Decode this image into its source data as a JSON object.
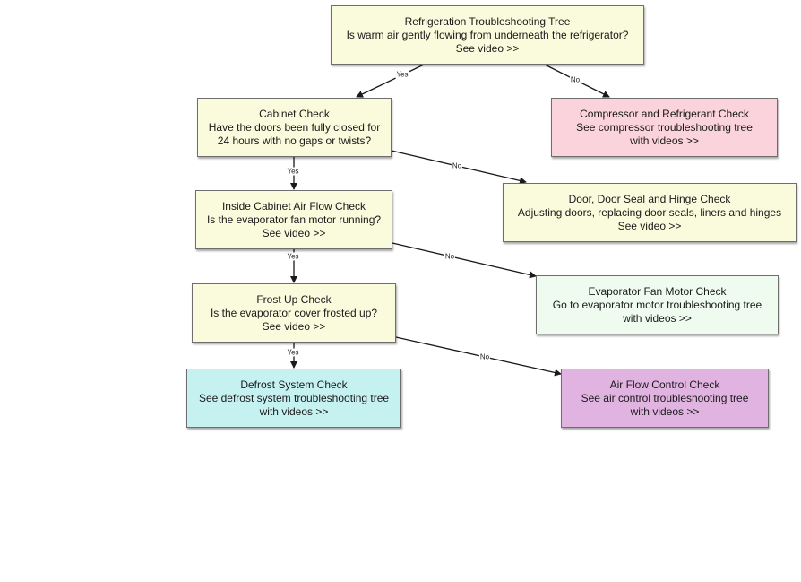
{
  "colors": {
    "decision": "#fafadc",
    "compressor": "#fbd3dc",
    "fan": "#eefbee",
    "defrost": "#c6f1f1",
    "airflow": "#e1b3e1",
    "edge": "#1a1a1a"
  },
  "nodes": {
    "root": {
      "lines": [
        "Refrigeration Troubleshooting Tree",
        "Is warm air gently flowing from underneath the refrigerator?",
        "See video >>"
      ]
    },
    "cabinet": {
      "lines": [
        "Cabinet Check",
        "Have the doors been fully closed for",
        "24 hours with no gaps or twists?"
      ]
    },
    "compressor": {
      "lines": [
        "Compressor and Refrigerant Check",
        "See compressor troubleshooting tree",
        "with videos >>"
      ]
    },
    "door": {
      "lines": [
        "Door, Door Seal and Hinge Check",
        "Adjusting doors, replacing door seals, liners and hinges",
        "See video >>"
      ]
    },
    "inside": {
      "lines": [
        "Inside Cabinet Air Flow Check",
        "Is the evaporator fan motor running?",
        "See video >>"
      ]
    },
    "fan": {
      "lines": [
        "Evaporator Fan Motor Check",
        "Go to evaporator motor troubleshooting tree",
        "with videos  >>"
      ]
    },
    "frost": {
      "lines": [
        "Frost Up Check",
        "Is the evaporator cover frosted up?",
        "See video >>"
      ]
    },
    "defrost": {
      "lines": [
        "Defrost System Check",
        "See defrost system troubleshooting tree",
        "with videos >>"
      ]
    },
    "airflow": {
      "lines": [
        "Air Flow Control Check",
        "See air control troubleshooting tree",
        "with videos >>"
      ]
    }
  },
  "edges": [
    {
      "id": "root-cabinet",
      "label": "Yes"
    },
    {
      "id": "root-compressor",
      "label": "No"
    },
    {
      "id": "cabinet-inside",
      "label": "Yes"
    },
    {
      "id": "cabinet-door",
      "label": "No"
    },
    {
      "id": "inside-frost",
      "label": "Yes"
    },
    {
      "id": "inside-fan",
      "label": "No"
    },
    {
      "id": "frost-defrost",
      "label": "Yes"
    },
    {
      "id": "frost-airflow",
      "label": "No"
    }
  ]
}
